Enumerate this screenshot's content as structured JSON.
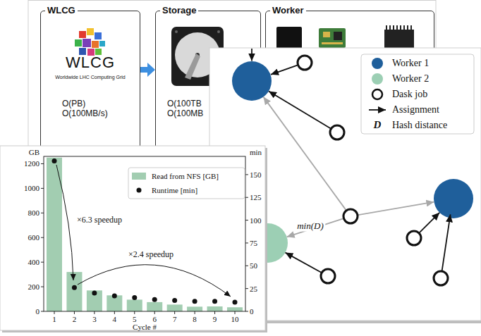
{
  "diagram": {
    "nodes": [
      {
        "text": [
          "WLCG",
          "WLCG",
          "Worldwide LHC Computing Grid",
          "O(PB) O(100MB/s)"
        ]
      },
      {
        "text": [
          "Storage",
          "O(100TB O(100MB"
        ]
      },
      {
        "text": [
          "Worker"
        ]
      }
    ],
    "edges": [
      {
        "from": 0,
        "to": 1,
        "arrow": "to"
      }
    ],
    "labels": [
      "GB",
      "min",
      "0",
      "200",
      "400",
      "600",
      "800",
      "1000",
      "1200",
      "0",
      "25",
      "50",
      "75",
      "100",
      "125",
      "150",
      "1",
      "2",
      "3",
      "4",
      "5",
      "6",
      "7",
      "8",
      "9",
      "10",
      "Cycle #",
      "×6.3 speedup",
      "×2.4 speedup",
      "min(D)",
      "D"
    ],
    "legend": [
      {
        "text": "Worker 1",
        "color": "#1f5f9b"
      },
      {
        "text": "Worker 2",
        "color": "#9ccfb4"
      },
      {
        "text": "Dask job"
      },
      {
        "text": "Assignment"
      },
      {
        "text": "Hash distance"
      },
      {
        "text": "Read from NFS [GB]",
        "color": "#a2cdb1"
      },
      {
        "text": "Runtime [min]"
      }
    ]
  }
}
